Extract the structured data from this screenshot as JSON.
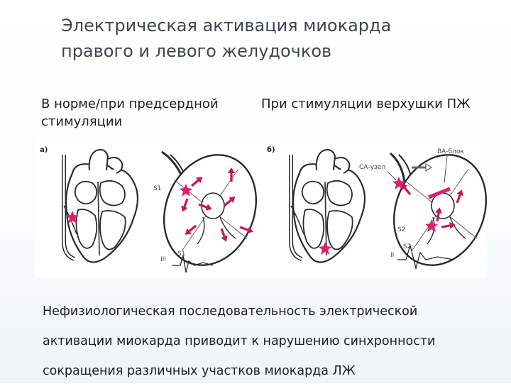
{
  "slide": {
    "title_line1": "Электрическая активация миокарда",
    "title_line2": "правого и левого желудочков",
    "left_heading": "В норме/при предсердной стимуляции",
    "right_heading": "При стимуляции верхушки ПЖ",
    "body_line1": "Нефизиологическая последовательность электрической",
    "body_line2": "активации миокарда приводит к нарушению синхронности",
    "body_line3": "сокращения различных участков миокарда ЛЖ"
  },
  "figure": {
    "panel_a_tag": "а)",
    "panel_b_tag": "б)",
    "a_s1_top": "S1",
    "a_lead": "III",
    "a_s1_ecg": "S1",
    "b_va_block": "ВА-блок",
    "b_sa_node": "СА-узел",
    "b_s2_top": "S2",
    "b_s2_ecg": "S2",
    "b_lead": "II",
    "colors": {
      "stimulus": "#e0206e",
      "outline": "#2a2a2a"
    }
  }
}
